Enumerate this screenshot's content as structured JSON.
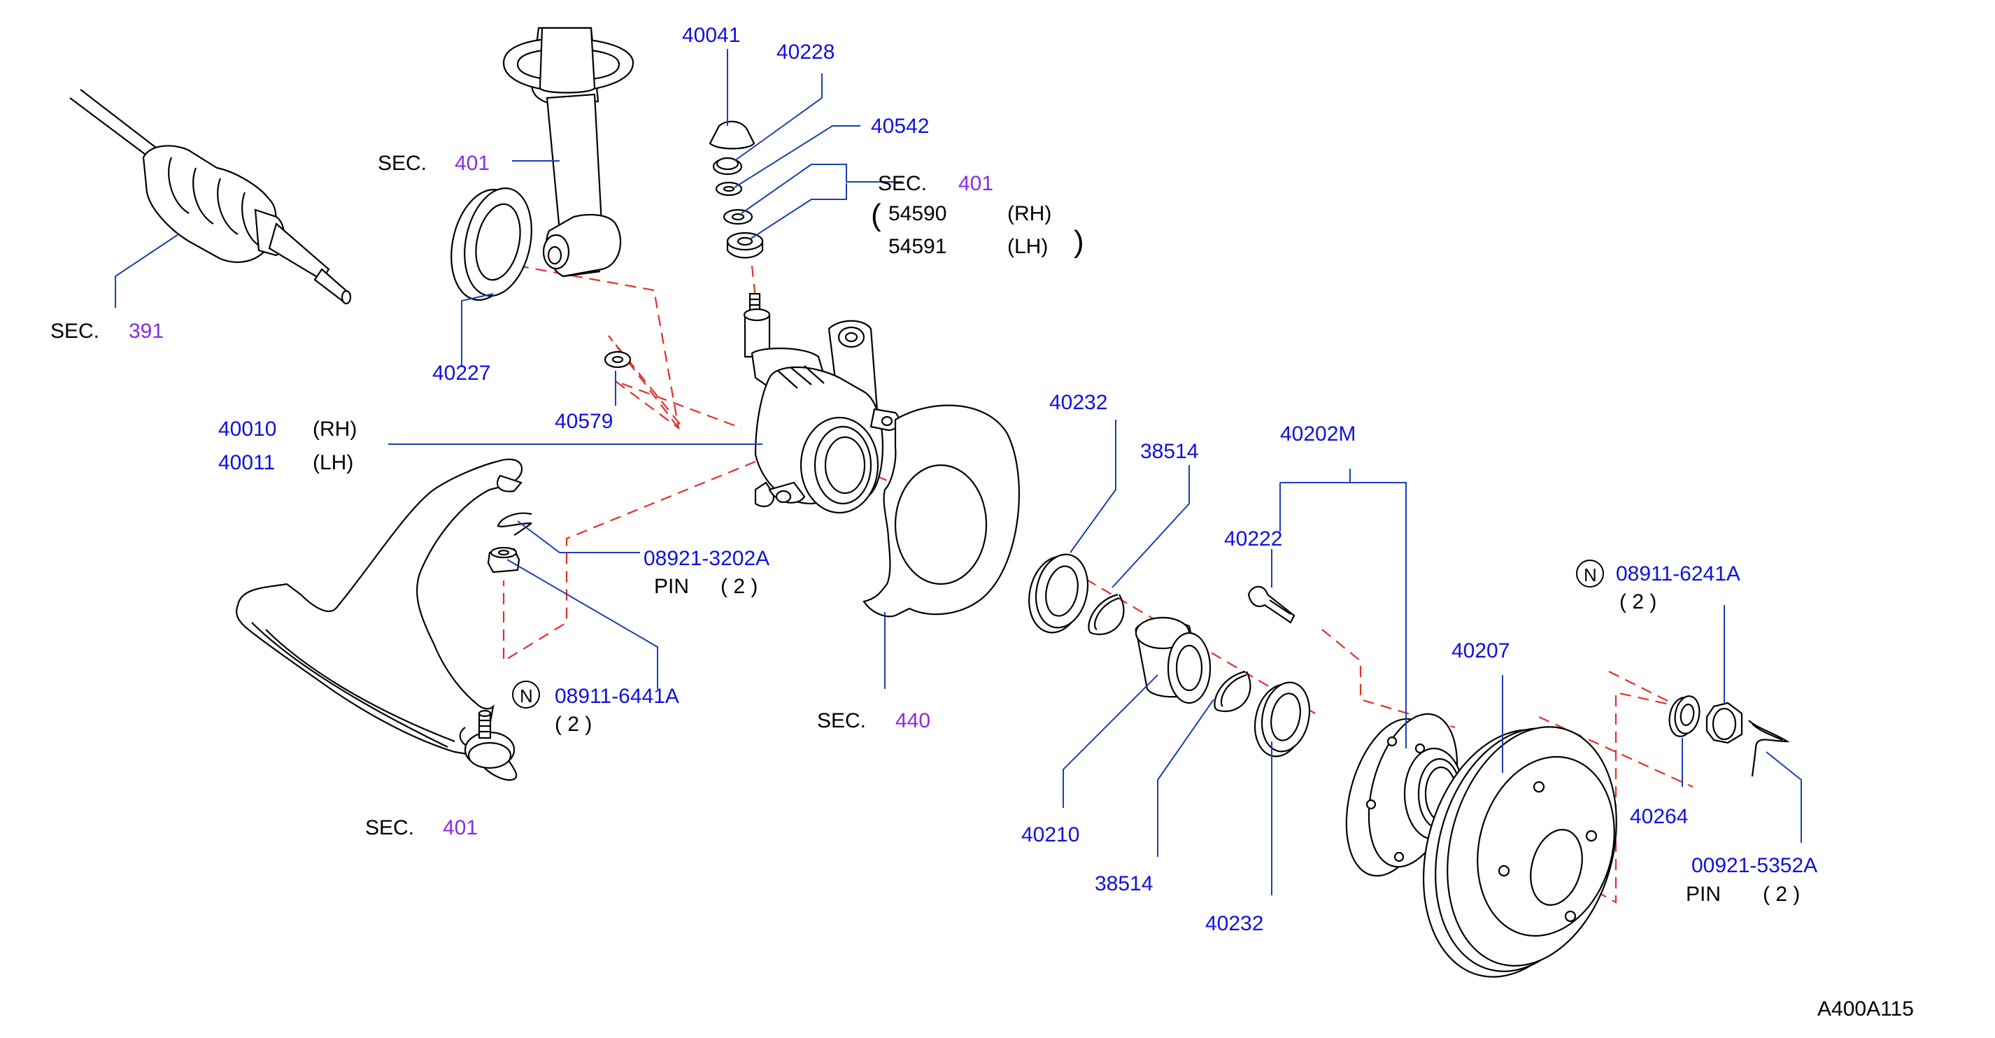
{
  "colors": {
    "part_number": "#1010e0",
    "section_number": "#8a2be2",
    "text": "#000000",
    "leader_line": "#1a3fae",
    "dashed_assembly_line": "#e0302a",
    "outline": "#000000",
    "background": "#ffffff"
  },
  "labels": {
    "sec_word": "SEC.",
    "pin_word": "PIN",
    "qty_2": "( 2 )",
    "rh": "(RH)",
    "lh": "(LH)",
    "n_symbol": "N",
    "open_paren": "(",
    "close_paren": ")"
  },
  "sections": {
    "drive_shaft": "391",
    "strut": "401",
    "shim_ref": "401",
    "lower_arm": "401",
    "baffle_plate": "440"
  },
  "parts": {
    "p40041": "40041",
    "p40228": "40228",
    "p40542": "40542",
    "p54590": "54590",
    "p54591": "54591",
    "p40227": "40227",
    "p40579": "40579",
    "p40010": "40010",
    "p40011": "40011",
    "p08921_3202A": "08921-3202A",
    "p08911_6441A": "08911-6441A",
    "p40232_top": "40232",
    "p38514_top": "38514",
    "p40202M": "40202M",
    "p40222": "40222",
    "p08911_6241A": "08911-6241A",
    "p40207": "40207",
    "p40210": "40210",
    "p38514_bottom": "38514",
    "p40232_bottom": "40232",
    "p40264": "40264",
    "p00921_5352A": "00921-5352A"
  },
  "figure_code": "A400A115"
}
